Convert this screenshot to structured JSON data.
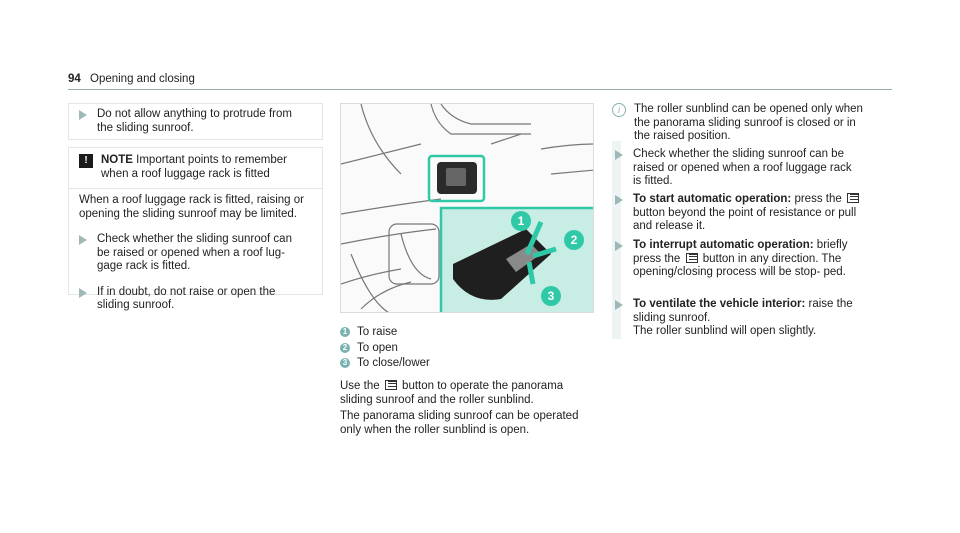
{
  "header": {
    "page_number": "94",
    "title": "Opening and closing"
  },
  "col1": {
    "box1_bullet": "Do not allow anything to protrude from the sliding sunroof.",
    "note": {
      "label": "NOTE",
      "headline": "Important points to remember when a roof luggage rack is fitted",
      "body": "When a roof luggage rack is fitted, raising or opening the sliding sunroof may be limited.",
      "bullets": [
        "Check whether the sliding sunroof can be raised or opened when a roof lug- gage rack is fitted.",
        "If in doubt, do not raise or open the sliding sunroof."
      ]
    }
  },
  "col2": {
    "figure": {
      "callouts": [
        "1",
        "2",
        "3"
      ]
    },
    "legend": [
      {
        "n": "1",
        "text": "To raise"
      },
      {
        "n": "2",
        "text": "To open"
      },
      {
        "n": "3",
        "text": "To close/lower"
      }
    ],
    "para1_a": "Use the",
    "para1_b": "button to operate the panorama sliding sunroof and the roller sunblind.",
    "para2": "The panorama sliding sunroof can be operated only when the roller sunblind is open."
  },
  "col3": {
    "info": "The roller sunblind can be opened only when the panorama sliding sunroof is closed or in the raised position.",
    "b1": "Check whether the sliding sunroof can be raised or opened when a roof luggage rack is fitted.",
    "b2_bold": "To start automatic operation:",
    "b2_a": "press the",
    "b2_b": "button beyond the point of resistance or pull and release it.",
    "b3_bold": "To interrupt automatic operation:",
    "b3_a": "briefly press the",
    "b3_b": "button in any direction. The opening/closing process will be stop- ped.",
    "b4_bold": "To ventilate the vehicle interior:",
    "b4_a": "raise the sliding sunroof.",
    "b4_b": "The roller sunblind will open slightly."
  },
  "colors": {
    "accent": "#7ab1b1",
    "callout_green": "#30c9a8",
    "highlight_panel": "#c8ede4"
  }
}
